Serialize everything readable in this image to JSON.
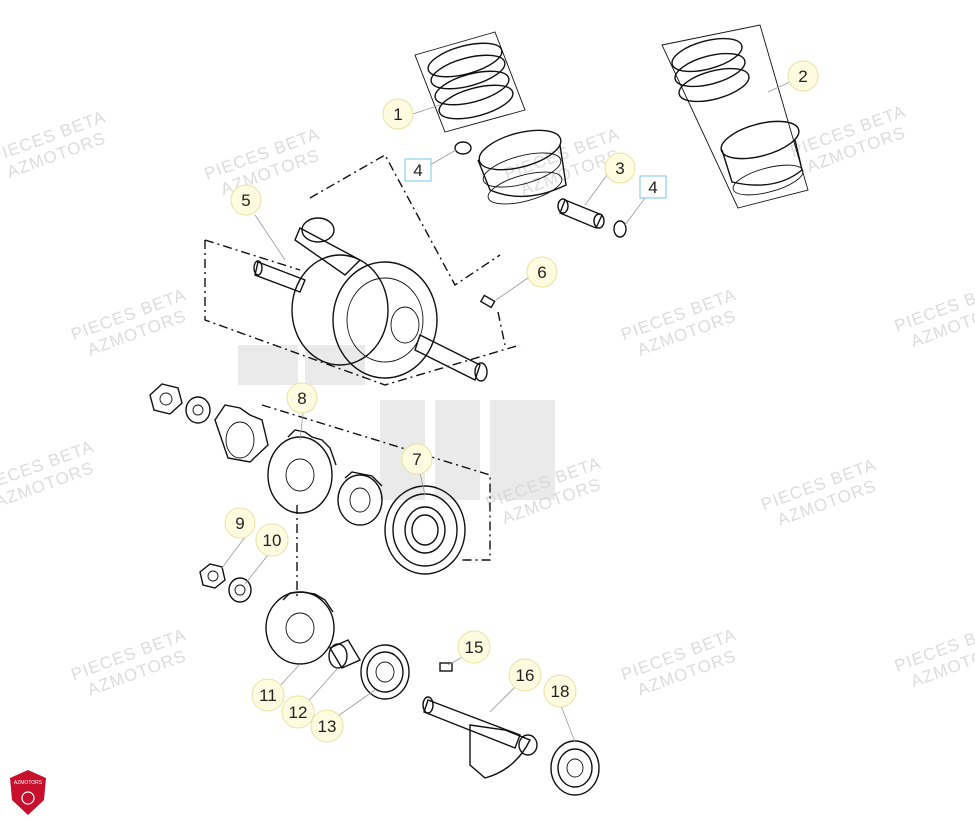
{
  "watermark": {
    "line1": "PIECES BETA",
    "line2": "AZMOTORS"
  },
  "logo": {
    "text": "AZMOTORS",
    "color": "#c8102e"
  },
  "callouts": [
    {
      "label": "1"
    },
    {
      "label": "2"
    },
    {
      "label": "3"
    },
    {
      "label": "4"
    },
    {
      "label": "4"
    },
    {
      "label": "5"
    },
    {
      "label": "6"
    },
    {
      "label": "7"
    },
    {
      "label": "8"
    },
    {
      "label": "9"
    },
    {
      "label": "10"
    },
    {
      "label": "11"
    },
    {
      "label": "12"
    },
    {
      "label": "13"
    },
    {
      "label": "15"
    },
    {
      "label": "16"
    },
    {
      "label": "18"
    }
  ],
  "colors": {
    "callout_fill": "#fffbe0",
    "callout_box_border": "#7ac7e8",
    "line": "#111111"
  }
}
